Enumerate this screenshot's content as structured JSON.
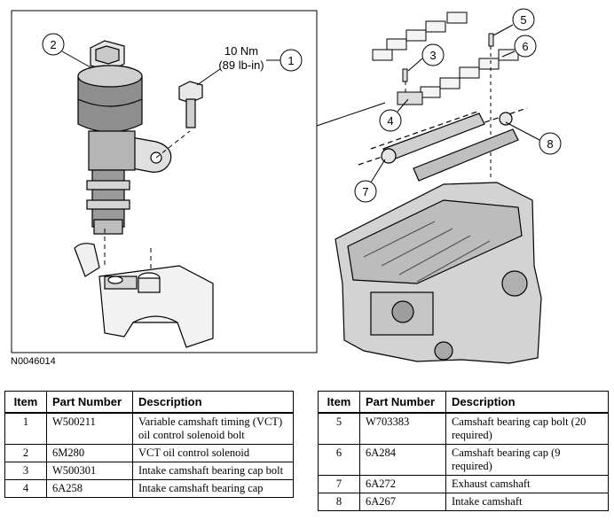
{
  "figure": {
    "torque_line1": "10 Nm",
    "torque_line2": "(89 lb-in)",
    "callouts": [
      "1",
      "2",
      "3",
      "4",
      "5",
      "6",
      "7",
      "8"
    ],
    "figure_id": "N0046014"
  },
  "table_headers": {
    "item": "Item",
    "part_number": "Part Number",
    "description": "Description"
  },
  "table_left": [
    {
      "item": "1",
      "part_number": "W500211",
      "description": "Variable camshaft timing (VCT) oil control solenoid bolt"
    },
    {
      "item": "2",
      "part_number": "6M280",
      "description": "VCT oil control solenoid"
    },
    {
      "item": "3",
      "part_number": "W500301",
      "description": "Intake camshaft bearing cap bolt"
    },
    {
      "item": "4",
      "part_number": "6A258",
      "description": "Intake camshaft bearing cap"
    }
  ],
  "table_right": [
    {
      "item": "5",
      "part_number": "W703383",
      "description": "Camshaft bearing cap bolt (20 required)"
    },
    {
      "item": "6",
      "part_number": "6A284",
      "description": "Camshaft bearing cap (9 required)"
    },
    {
      "item": "7",
      "part_number": "6A272",
      "description": "Exhaust camshaft"
    },
    {
      "item": "8",
      "part_number": "6A267",
      "description": "Intake camshaft"
    }
  ]
}
